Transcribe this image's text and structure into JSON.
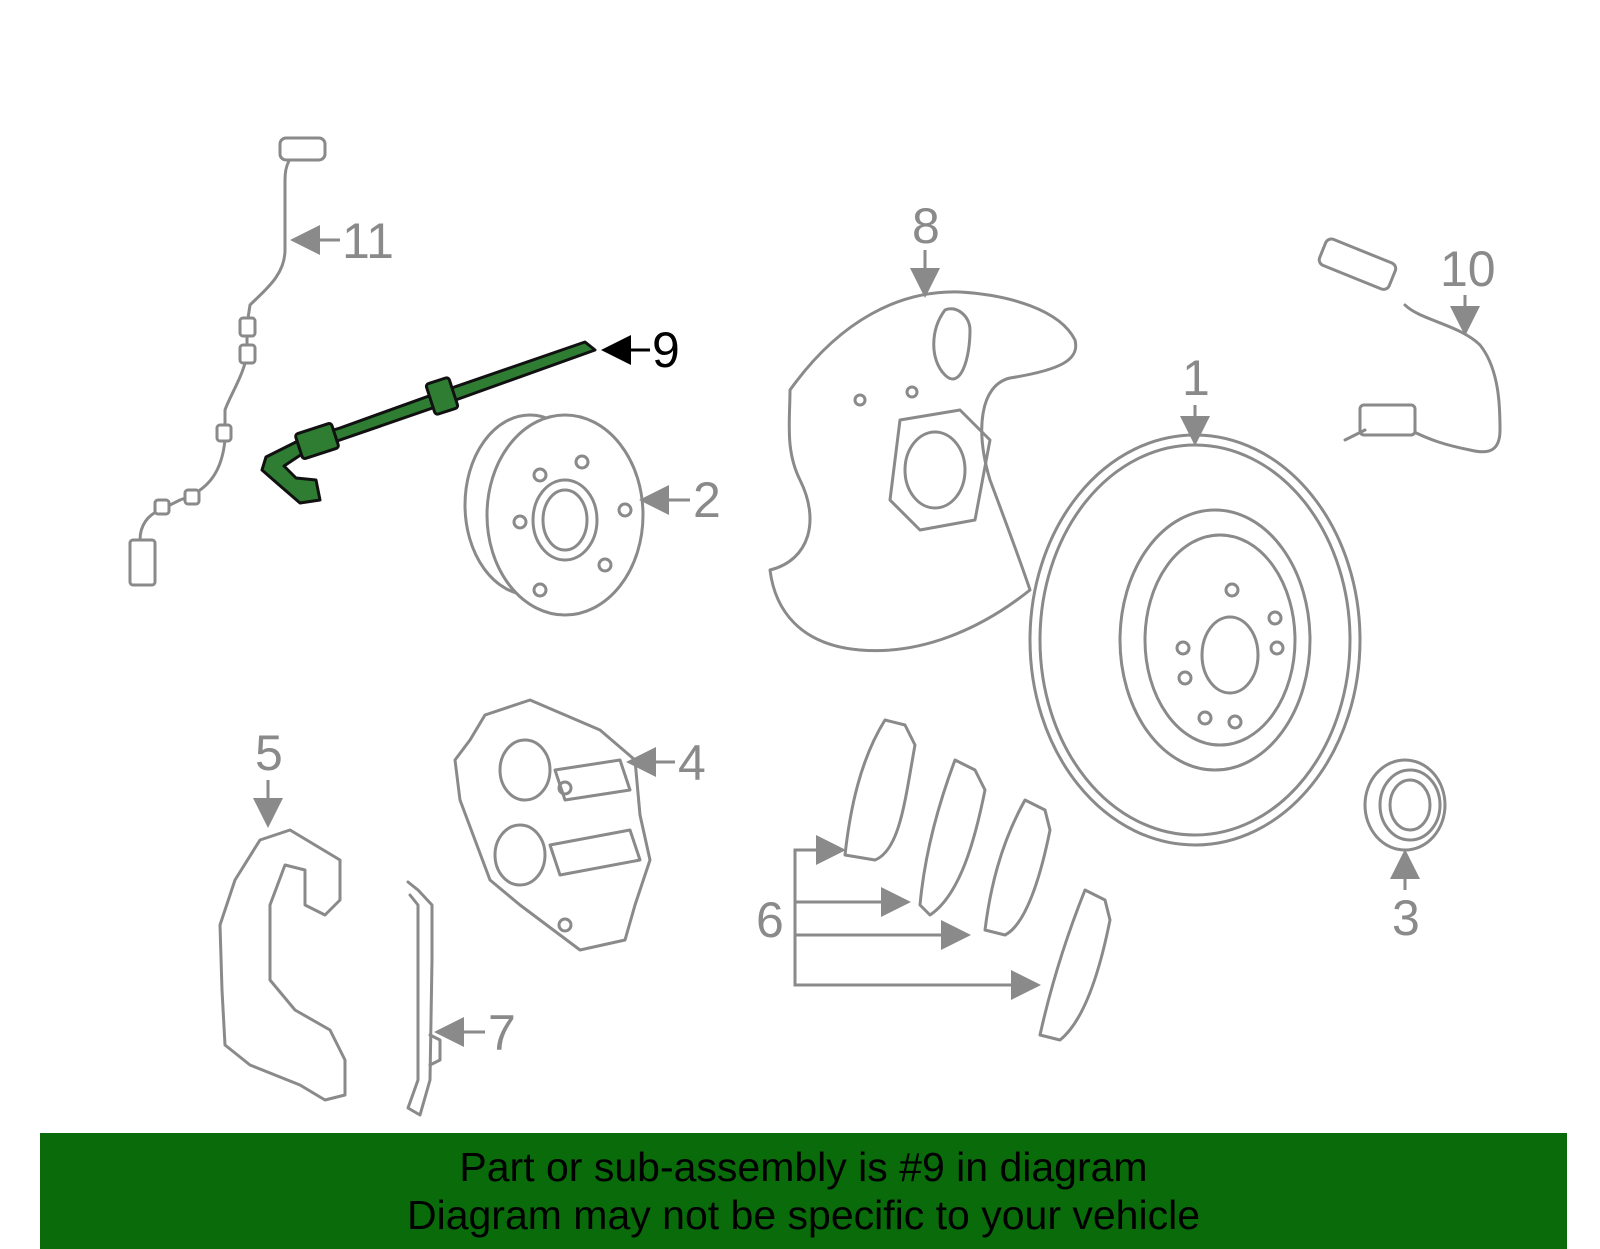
{
  "diagram": {
    "highlight_color": "#2e7d32",
    "callouts": [
      "1",
      "2",
      "3",
      "4",
      "5",
      "6",
      "7",
      "8",
      "9",
      "10",
      "11"
    ],
    "highlighted_callout": "9"
  },
  "banner": {
    "background": "#0a6b0a",
    "line1": "Part or sub-assembly is #9 in diagram",
    "line2": "Diagram may not be specific to your vehicle"
  }
}
